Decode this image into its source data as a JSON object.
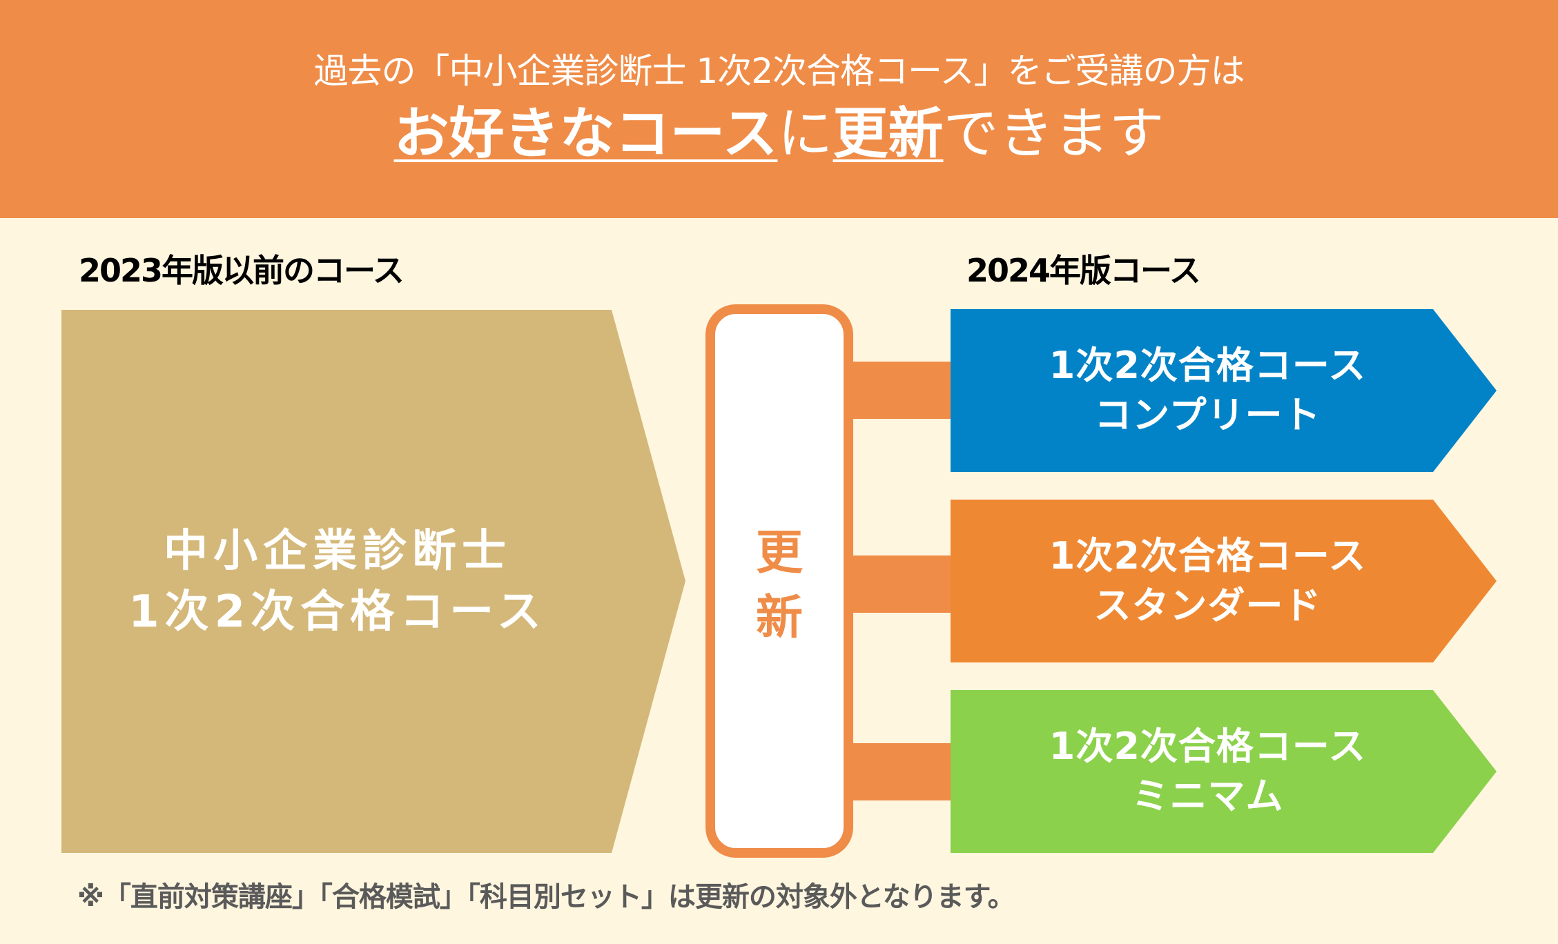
{
  "header": {
    "line1": "過去の「中小企業診断士 1次2次合格コース」をご受講の方は",
    "line2": {
      "part1_emphasis": "お好きなコース",
      "part2": "に",
      "part3_emphasis": "更新",
      "part4": "できます"
    },
    "background_color": "#ef8c48"
  },
  "old_section": {
    "label": "2023年版以前のコース",
    "course": {
      "line1": "中小企業診断士",
      "line2": "1次2次合格コース",
      "color": "#d4b87a"
    }
  },
  "update": {
    "char1": "更",
    "char2": "新",
    "border_color": "#ef8c48"
  },
  "new_section": {
    "label": "2024年版コース",
    "courses": [
      {
        "line1": "1次2次合格コース",
        "line2": "コンプリート",
        "color": "#0383c7"
      },
      {
        "line1": "1次2次合格コース",
        "line2": "スタンダード",
        "color": "#ef8832"
      },
      {
        "line1": "1次2次合格コース",
        "line2": "ミニマム",
        "color": "#8bd14b"
      }
    ]
  },
  "footnote": "※「直前対策講座」「合格模試」「科目別セット」は更新の対象外となります。",
  "background_color": "#fff6df"
}
